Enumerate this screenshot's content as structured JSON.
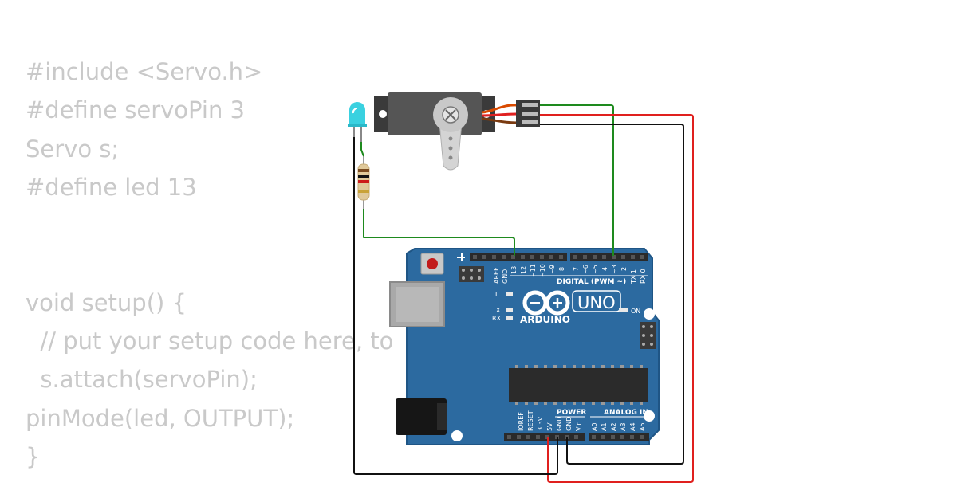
{
  "code_lines": [
    "#include <Servo.h>",
    "#define servoPin 3",
    "Servo s;",
    "#define led 13",
    "",
    "",
    "void setup() {",
    "  // put your setup code here, to",
    "  s.attach(servoPin);",
    "pinMode(led, OUTPUT);",
    "}"
  ],
  "board": {
    "brand": "ARDUINO",
    "model": "UNO",
    "digital_header": "DIGITAL (PWM ~)",
    "power_header": "POWER",
    "analog_header": "ANALOG IN",
    "on_label": "ON",
    "l_label": "L",
    "tx_label": "TX",
    "rx_label": "RX",
    "digital_pins": [
      "AREF",
      "GND",
      "13",
      "12",
      "~11",
      "~10",
      "~9",
      "8",
      "7",
      "~6",
      "~5",
      "4",
      "~3",
      "2",
      "TX 1",
      "RX 0"
    ],
    "power_pins": [
      "IOREF",
      "RESET",
      "3.3V",
      "5V",
      "GND",
      "GND",
      "Vin"
    ],
    "analog_pins": [
      "A0",
      "A1",
      "A2",
      "A3",
      "A4",
      "A5"
    ]
  },
  "colors": {
    "board": "#2c6aa0",
    "board_edge": "#1f5585",
    "wire_signal": "#1e8a1e",
    "wire_power": "#e0201e",
    "wire_ground": "#111111",
    "led": "#3ad1e0",
    "servo_body": "#555555",
    "code_text": "#c9c9c9"
  }
}
